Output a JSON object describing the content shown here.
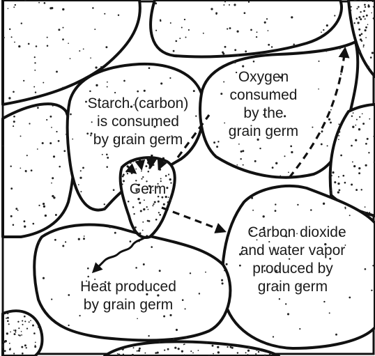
{
  "labels": {
    "starch": [
      "Starch (carbon)",
      "is consumed",
      "by grain germ"
    ],
    "oxygen": [
      "Oxygen",
      "consumed",
      "by the",
      "grain germ"
    ],
    "germ": "Germ",
    "carbon_dioxide": [
      "Carbon dioxide",
      "and water vapor",
      "produced by",
      "grain germ"
    ],
    "heat": [
      "Heat produced",
      "by grain germ"
    ]
  },
  "colors": {
    "ink": "#111111",
    "paper": "#ffffff"
  },
  "icons": {
    "starch_arrows": "arrows-into-germ-icon",
    "oxygen_arrow": "dashed-arrow-up-right-icon",
    "co2_arrow": "dashed-arrow-right-icon",
    "heat_arrow": "wavy-arrow-down-left-icon"
  }
}
